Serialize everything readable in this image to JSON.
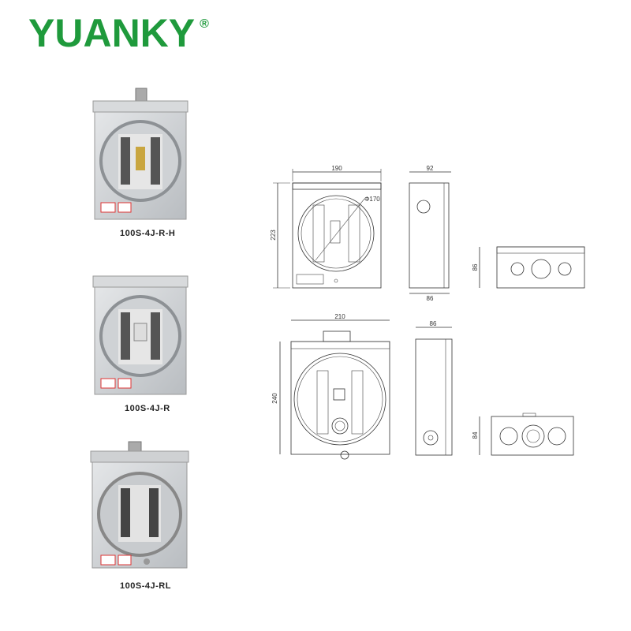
{
  "brand": {
    "name": "YUANKY",
    "registered": "®",
    "color": "#1f9a3c"
  },
  "products": [
    {
      "model": "100S-4J-R-H"
    },
    {
      "model": "100S-4J-R"
    },
    {
      "model": "100S-4J-RL"
    }
  ],
  "drawings": {
    "row1": {
      "front_width": "190",
      "front_height": "223",
      "diameter": "Φ170",
      "side_depth_top": "92",
      "side_depth_bottom": "86",
      "bottom_height": "86"
    },
    "row2": {
      "front_width": "210",
      "front_height": "240",
      "side_depth": "86",
      "bottom_height": "84"
    }
  }
}
